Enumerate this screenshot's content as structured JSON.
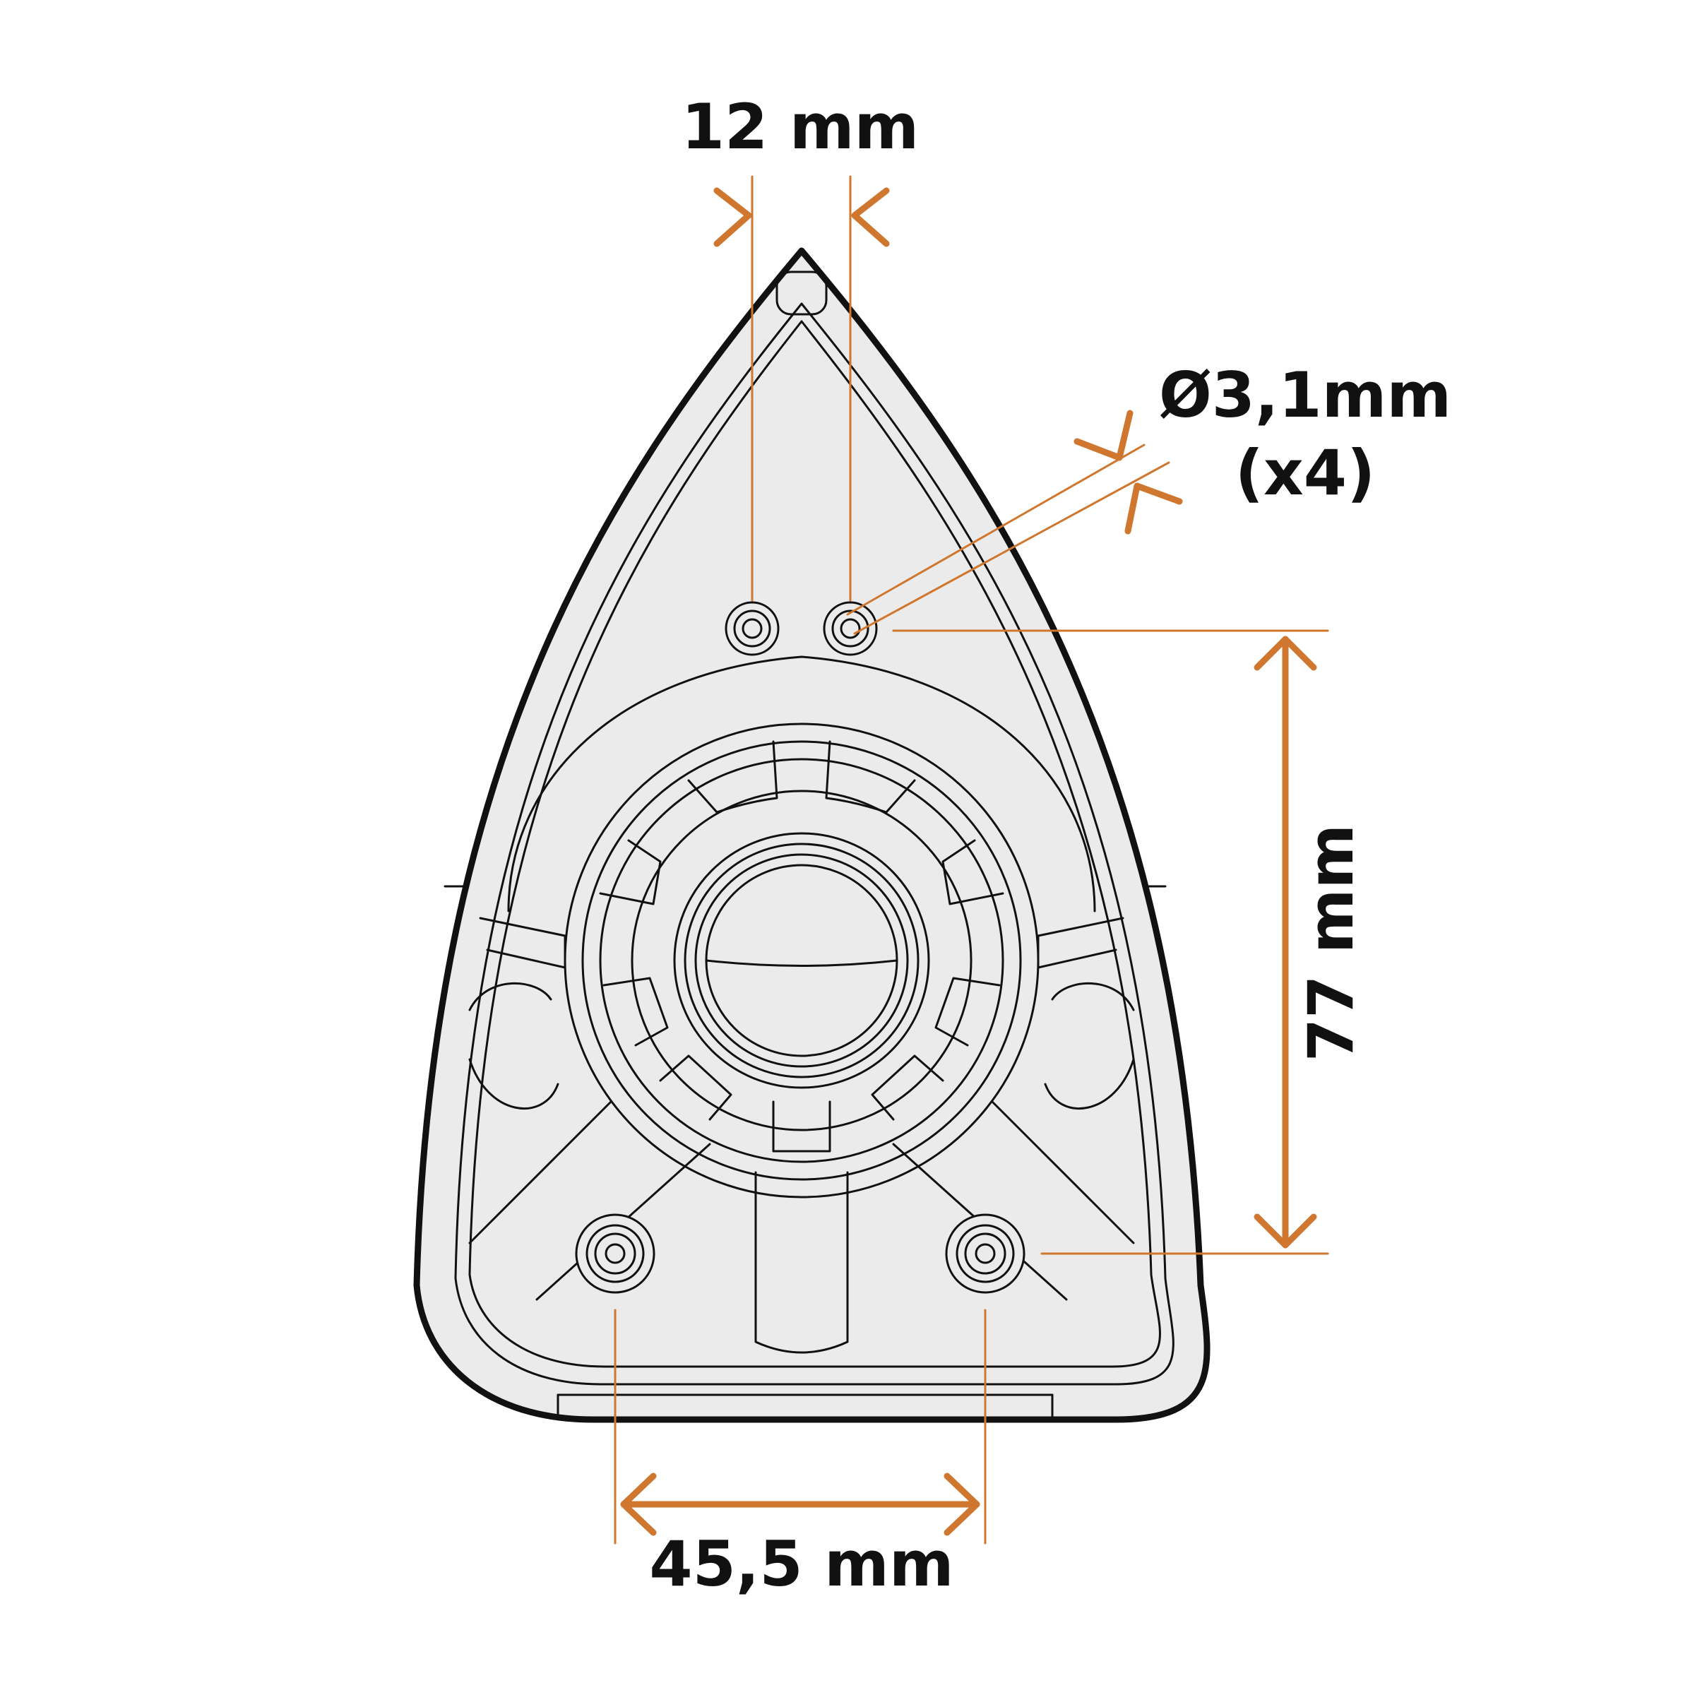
{
  "labels": {
    "top_spacing": "12 mm",
    "hole_diameter": "Ø3,1mm",
    "hole_count": "(x4)",
    "vertical_spacing": "77 mm",
    "bottom_spacing": "45,5 mm"
  },
  "colors": {
    "dimension": "#d0772f",
    "outline": "#111111",
    "fill": "#ebebeb",
    "background": "#ffffff"
  }
}
